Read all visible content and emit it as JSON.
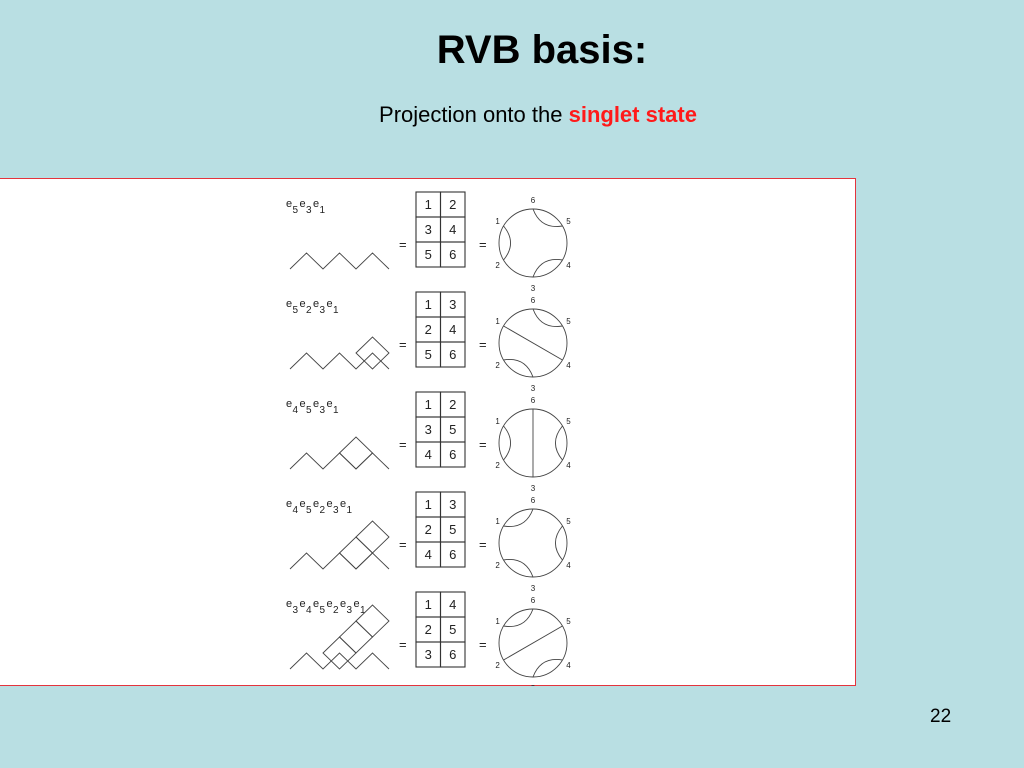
{
  "slide": {
    "title": "RVB basis:",
    "subtitle_prefix": "Projection onto the ",
    "subtitle_highlight": "singlet state",
    "page_number": "22",
    "highlight_color": "#ff1a1a",
    "background_color": "#b9dfe3",
    "panel_border_color": "#e4343d"
  },
  "diagram": {
    "equals": "=",
    "circle_labels": [
      "6",
      "5",
      "4",
      "3",
      "2",
      "1"
    ],
    "rows": [
      {
        "word": [
          {
            "e": "e",
            "sub": "5"
          },
          {
            "e": "e",
            "sub": "3"
          },
          {
            "e": "e",
            "sub": "1"
          }
        ],
        "tableau": [
          [
            "1",
            "2"
          ],
          [
            "3",
            "4"
          ],
          [
            "5",
            "6"
          ]
        ],
        "pairings": [
          [
            1,
            2
          ],
          [
            3,
            4
          ],
          [
            5,
            6
          ]
        ]
      },
      {
        "word": [
          {
            "e": "e",
            "sub": "5"
          },
          {
            "e": "e",
            "sub": "2"
          },
          {
            "e": "e",
            "sub": "3"
          },
          {
            "e": "e",
            "sub": "1"
          }
        ],
        "tableau": [
          [
            "1",
            "3"
          ],
          [
            "2",
            "4"
          ],
          [
            "5",
            "6"
          ]
        ],
        "pairings": [
          [
            1,
            4
          ],
          [
            2,
            3
          ],
          [
            5,
            6
          ]
        ]
      },
      {
        "word": [
          {
            "e": "e",
            "sub": "4"
          },
          {
            "e": "e",
            "sub": "5"
          },
          {
            "e": "e",
            "sub": "3"
          },
          {
            "e": "e",
            "sub": "1"
          }
        ],
        "tableau": [
          [
            "1",
            "2"
          ],
          [
            "3",
            "5"
          ],
          [
            "4",
            "6"
          ]
        ],
        "pairings": [
          [
            1,
            2
          ],
          [
            3,
            6
          ],
          [
            4,
            5
          ]
        ]
      },
      {
        "word": [
          {
            "e": "e",
            "sub": "4"
          },
          {
            "e": "e",
            "sub": "5"
          },
          {
            "e": "e",
            "sub": "2"
          },
          {
            "e": "e",
            "sub": "3"
          },
          {
            "e": "e",
            "sub": "1"
          }
        ],
        "tableau": [
          [
            "1",
            "3"
          ],
          [
            "2",
            "5"
          ],
          [
            "4",
            "6"
          ]
        ],
        "pairings": [
          [
            1,
            6
          ],
          [
            2,
            3
          ],
          [
            4,
            5
          ]
        ]
      },
      {
        "word": [
          {
            "e": "e",
            "sub": "3"
          },
          {
            "e": "e",
            "sub": "4"
          },
          {
            "e": "e",
            "sub": "5"
          },
          {
            "e": "e",
            "sub": "2"
          },
          {
            "e": "e",
            "sub": "3"
          },
          {
            "e": "e",
            "sub": "1"
          }
        ],
        "tableau": [
          [
            "1",
            "4"
          ],
          [
            "2",
            "5"
          ],
          [
            "3",
            "6"
          ]
        ],
        "pairings": [
          [
            1,
            6
          ],
          [
            2,
            5
          ],
          [
            3,
            4
          ]
        ]
      }
    ]
  }
}
